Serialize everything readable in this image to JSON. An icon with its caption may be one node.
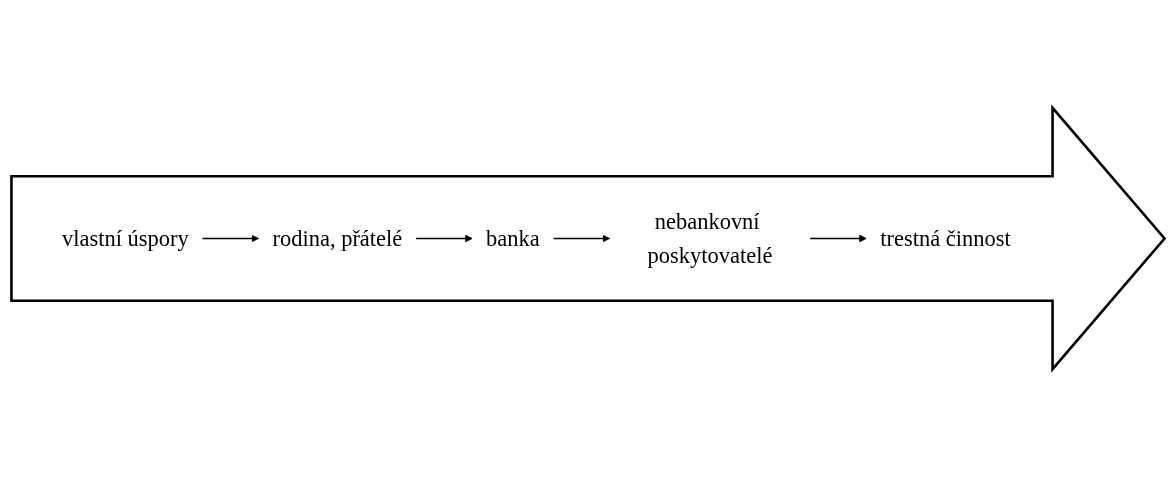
{
  "diagram": {
    "nodes": [
      {
        "text": [],
        "shape": "arrow"
      },
      {
        "text": [
          "vlastní úspory"
        ],
        "in": 0
      },
      {
        "text": [
          "rodina, přátelé"
        ],
        "in": 0
      },
      {
        "text": [
          "banka"
        ],
        "in": 0
      },
      {
        "text": [
          "nebankovní poskytovatelé"
        ],
        "in": 0
      },
      {
        "text": [
          "trestná činnost"
        ],
        "in": 0
      }
    ],
    "edges": [
      {
        "from": 1,
        "to": 2,
        "arrow": "to"
      },
      {
        "from": 2,
        "to": 3,
        "arrow": "to"
      },
      {
        "from": 3,
        "to": 4,
        "arrow": "to"
      },
      {
        "from": 4,
        "to": 5,
        "arrow": "to"
      }
    ]
  }
}
